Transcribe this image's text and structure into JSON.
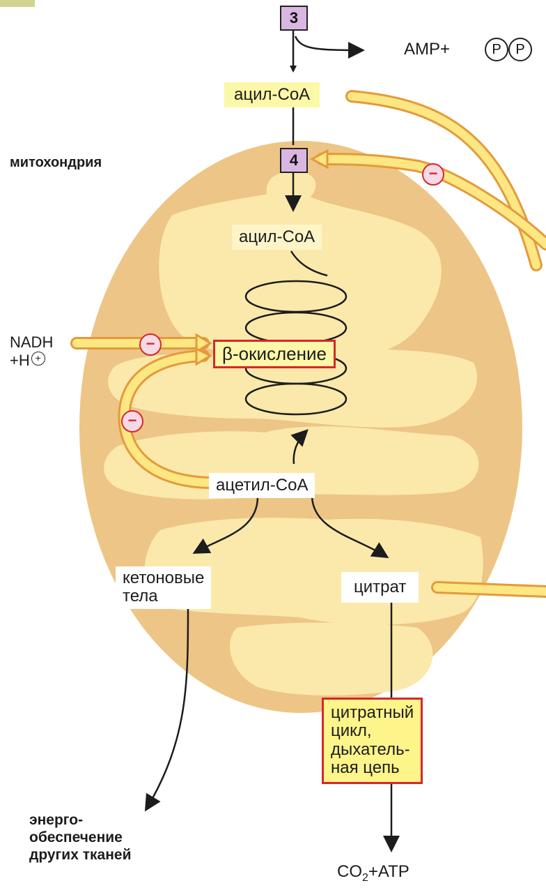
{
  "labels": {
    "step3": "3",
    "step4": "4",
    "amp": "AMP+",
    "p1": "P",
    "p2": "P",
    "acyl_coa_top": "ацил-CoA",
    "acyl_coa_inner": "ацил-CoA",
    "mitochondria": "митохондрия",
    "nadh_line1": "NADH",
    "nadh_line2": "+H",
    "plus_sign": "+",
    "beta_oxidation": "β-окисление",
    "minus": "−",
    "acetyl_coa": "ацетил-CoA",
    "ketone_bodies_line1": "кетоновые",
    "ketone_bodies_line2": "тела",
    "citrate": "цитрат",
    "cycle_line1": "цитратный",
    "cycle_line2": "цикл,",
    "cycle_line3": "дыхатель-",
    "cycle_line4": "ная цепь",
    "energy_line1": "энерго-",
    "energy_line2": "обеспечение",
    "energy_line3": "других тканей",
    "co2_atp_a": "CO",
    "co2_atp_sub": "2",
    "co2_atp_b": "+ATP"
  },
  "colors": {
    "mito_outer": "#edc586",
    "mito_inner": "#fbe9ab",
    "arrow_yellow": "#fce782",
    "arrow_edge": "#e49a3c",
    "inhibit_red": "#d9262a",
    "step_box": "#d9b7e2",
    "highlight_yellow": "#fdf7a8"
  }
}
